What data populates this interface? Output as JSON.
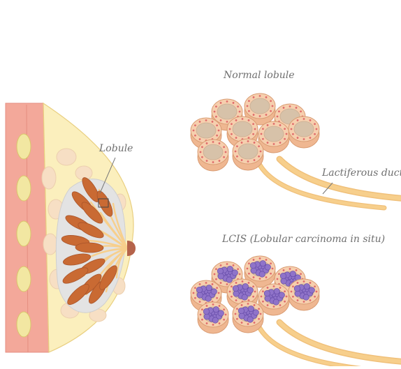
{
  "labels": {
    "lobule": "Lobule",
    "normal_lobule": "Normal lobule",
    "lactiferous_duct": "Lactiferous duct",
    "lcis": "LCIS (Lobular carcinoma in situ)"
  },
  "colors": {
    "chest_wall": "#f3a89a",
    "rib": "#f2e7a2",
    "fat": "#fbefbd",
    "fat_lobule": "#f7dfc4",
    "gland_area": "#e3e3e3",
    "lobule_brown": "#c96a33",
    "duct": "#f7cf8c",
    "acinus_outer": "#f6cfae",
    "acinus_lumen": "#d7c2a9",
    "cell_nucleus": "#e06b6b",
    "lcis_cells": "#8f73c9",
    "nipple": "#b5634a",
    "label_text": "#6f6f6f"
  }
}
